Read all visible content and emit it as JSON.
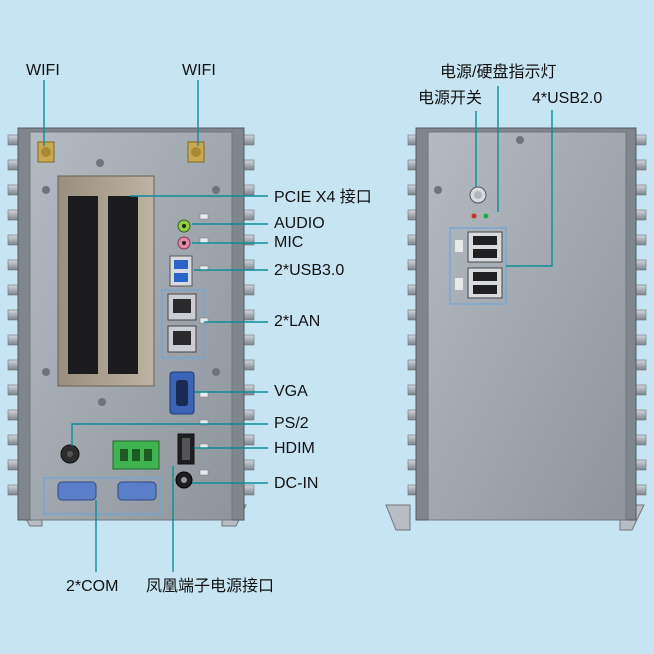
{
  "front_labels": {
    "wifi_left": "WIFI",
    "wifi_right": "WIFI",
    "pcie": "PCIE X4 接口",
    "audio": "AUDIO",
    "mic": "MIC",
    "usb3": "2*USB3.0",
    "lan": "2*LAN",
    "vga": "VGA",
    "ps2": "PS/2",
    "hdmi": "HDIM",
    "dcin": "DC-IN",
    "com": "2*COM",
    "phoenix": "凤凰端子电源接口"
  },
  "rear_labels": {
    "led": "电源/硬盘指示灯",
    "power": "电源开关",
    "usb2": "4*USB2.0"
  },
  "colors": {
    "background": "#c7e4f3",
    "callout": "#0e8c9a",
    "chassis": "#8b9199",
    "panel": "#a2a9b1",
    "terminal": "#3fb34f"
  }
}
